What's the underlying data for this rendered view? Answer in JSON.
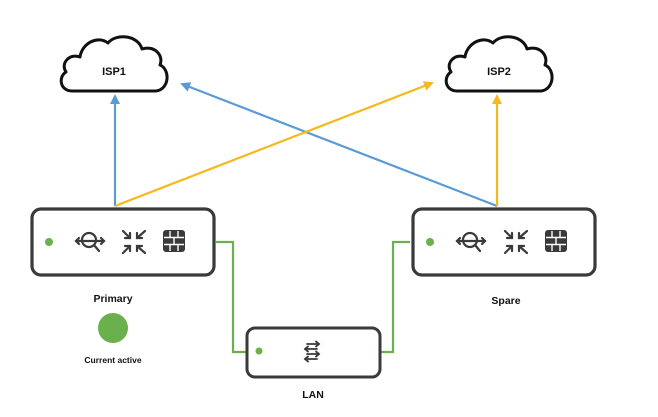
{
  "diagram": {
    "clouds": [
      {
        "id": "isp1",
        "label": "ISP1"
      },
      {
        "id": "isp2",
        "label": "ISP2"
      }
    ],
    "devices": [
      {
        "id": "primary",
        "label": "Primary",
        "status": "up",
        "icons": [
          "vpn-search-icon",
          "collapse-arrows-icon",
          "firewall-icon"
        ]
      },
      {
        "id": "spare",
        "label": "Spare",
        "status": "up",
        "icons": [
          "vpn-search-icon",
          "collapse-arrows-icon",
          "firewall-icon"
        ]
      },
      {
        "id": "lan",
        "label": "LAN",
        "status": "up",
        "icons": [
          "switch-arrows-icon"
        ]
      }
    ],
    "links": [
      {
        "from": "primary",
        "to": "isp1",
        "color": "#5b9bd5",
        "type": "uplink"
      },
      {
        "from": "spare",
        "to": "isp1",
        "color": "#5b9bd5",
        "type": "uplink"
      },
      {
        "from": "primary",
        "to": "isp2",
        "color": "#f5b91e",
        "type": "uplink"
      },
      {
        "from": "spare",
        "to": "isp2",
        "color": "#f5b91e",
        "type": "uplink"
      },
      {
        "from": "primary",
        "to": "lan",
        "color": "#6ab04c",
        "type": "lan"
      },
      {
        "from": "spare",
        "to": "lan",
        "color": "#6ab04c",
        "type": "lan"
      }
    ],
    "active_indicator": {
      "label": "Current active",
      "color": "#6ab04c"
    },
    "colors": {
      "isp1_link": "#5b9bd5",
      "isp2_link": "#f5b91e",
      "lan_link": "#6ab04c",
      "status_dot": "#6ab04c",
      "box_border": "#3a3a3a",
      "cloud_border": "#111111"
    }
  }
}
